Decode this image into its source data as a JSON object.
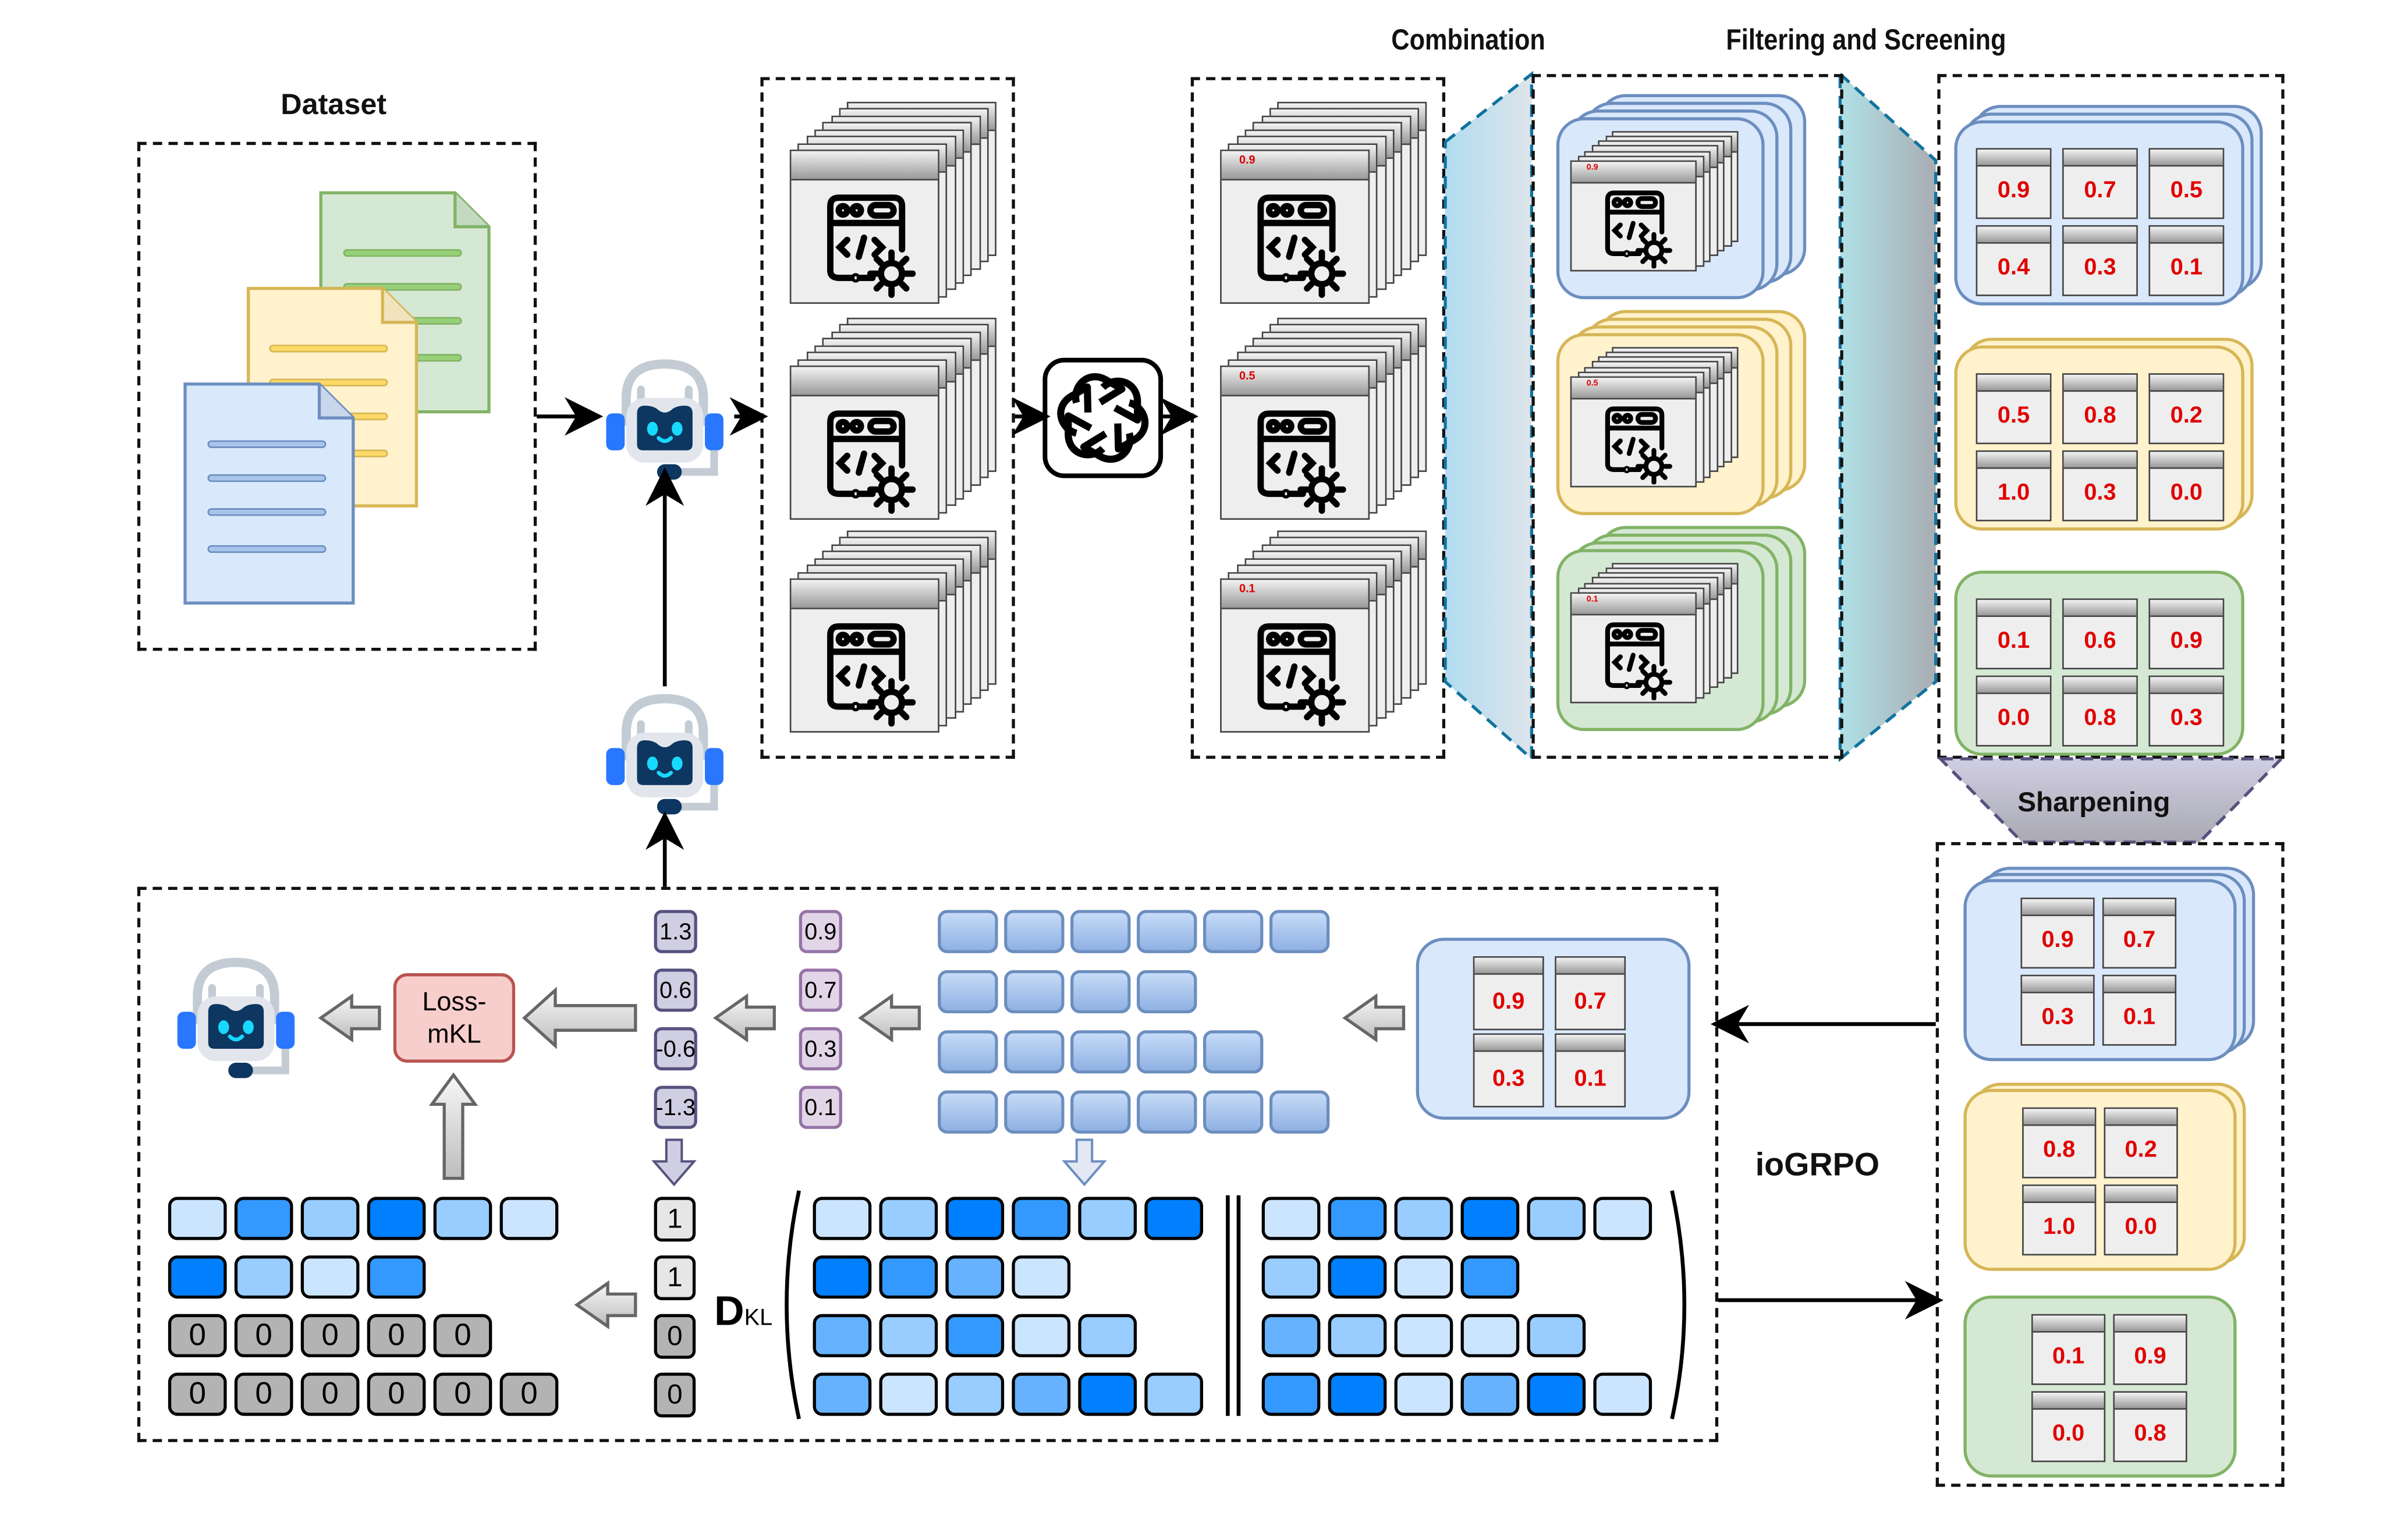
{
  "titles": {
    "dataset": "Dataset",
    "combination": "Combination",
    "filtering": "Filtering and Screening",
    "sharpening": "Sharpening",
    "method": "ioGRPO",
    "loss": "Loss-mKL",
    "loss_line1": "Loss-",
    "loss_line2": "mKL",
    "dkl": "D",
    "dkl_sub": "KL"
  },
  "icons": {
    "documents": "document-icon",
    "robot": "robot-headset-icon",
    "code_window": "code-window-gear-icon",
    "llm": "openai-logo-icon"
  },
  "dataset_docs": [
    {
      "color": "green",
      "fill": "#d5e8d4",
      "stroke": "#82b366"
    },
    {
      "color": "yellow",
      "fill": "#fff2cc",
      "stroke": "#d6b656"
    },
    {
      "color": "blue",
      "fill": "#dae8fc",
      "stroke": "#6c8ebf"
    }
  ],
  "scored_stacks": [
    "0.9",
    "0.5",
    "0.1"
  ],
  "combination_groups": [
    {
      "color": "blue",
      "score": "0.9"
    },
    {
      "color": "yellow",
      "score": "0.5"
    },
    {
      "color": "green",
      "score": "0.1"
    }
  ],
  "filtering_groups": [
    {
      "color": "blue",
      "values": [
        "0.9",
        "0.7",
        "0.5",
        "0.4",
        "0.3",
        "0.1"
      ]
    },
    {
      "color": "yellow",
      "values": [
        "0.5",
        "0.8",
        "0.2",
        "1.0",
        "0.3",
        "0.0"
      ]
    },
    {
      "color": "green",
      "values": [
        "0.1",
        "0.6",
        "0.9",
        "0.0",
        "0.8",
        "0.3"
      ]
    }
  ],
  "sharpening_groups": [
    {
      "color": "blue",
      "values": [
        "0.9",
        "0.7",
        "0.3",
        "0.1"
      ]
    },
    {
      "color": "yellow",
      "values": [
        "0.8",
        "0.2",
        "1.0",
        "0.0"
      ]
    },
    {
      "color": "green",
      "values": [
        "0.1",
        "0.9",
        "0.0",
        "0.8"
      ]
    }
  ],
  "selected_group": {
    "color": "blue",
    "values": [
      "0.9",
      "0.7",
      "0.3",
      "0.1"
    ]
  },
  "rewards": [
    "0.9",
    "0.7",
    "0.3",
    "0.1"
  ],
  "advantages": [
    "1.3",
    "0.6",
    "-0.6",
    "-1.3"
  ],
  "masks": [
    "1",
    "1",
    "0",
    "0"
  ],
  "sequence_lengths": [
    6,
    4,
    5,
    6
  ],
  "shade_palette": [
    "#cce5ff",
    "#99ccff",
    "#66b2ff",
    "#3399ff",
    "#007fff"
  ],
  "policy_matrix": [
    [
      0,
      1,
      4,
      3,
      1,
      4
    ],
    [
      4,
      3,
      2,
      0
    ],
    [
      2,
      1,
      3,
      0,
      1
    ],
    [
      2,
      0,
      1,
      2,
      4,
      1
    ]
  ],
  "reference_matrix": [
    [
      0,
      3,
      1,
      4,
      1,
      0
    ],
    [
      1,
      4,
      0,
      3
    ],
    [
      2,
      1,
      0,
      0,
      1
    ],
    [
      3,
      4,
      0,
      2,
      4,
      0
    ]
  ],
  "masked_output": {
    "active_rows": [
      [
        0,
        3,
        1,
        4,
        1,
        0
      ],
      [
        4,
        1,
        0,
        3
      ]
    ],
    "zero_rows": [
      [
        "0",
        "0",
        "0",
        "0",
        "0"
      ],
      [
        "0",
        "0",
        "0",
        "0",
        "0",
        "0"
      ]
    ]
  }
}
